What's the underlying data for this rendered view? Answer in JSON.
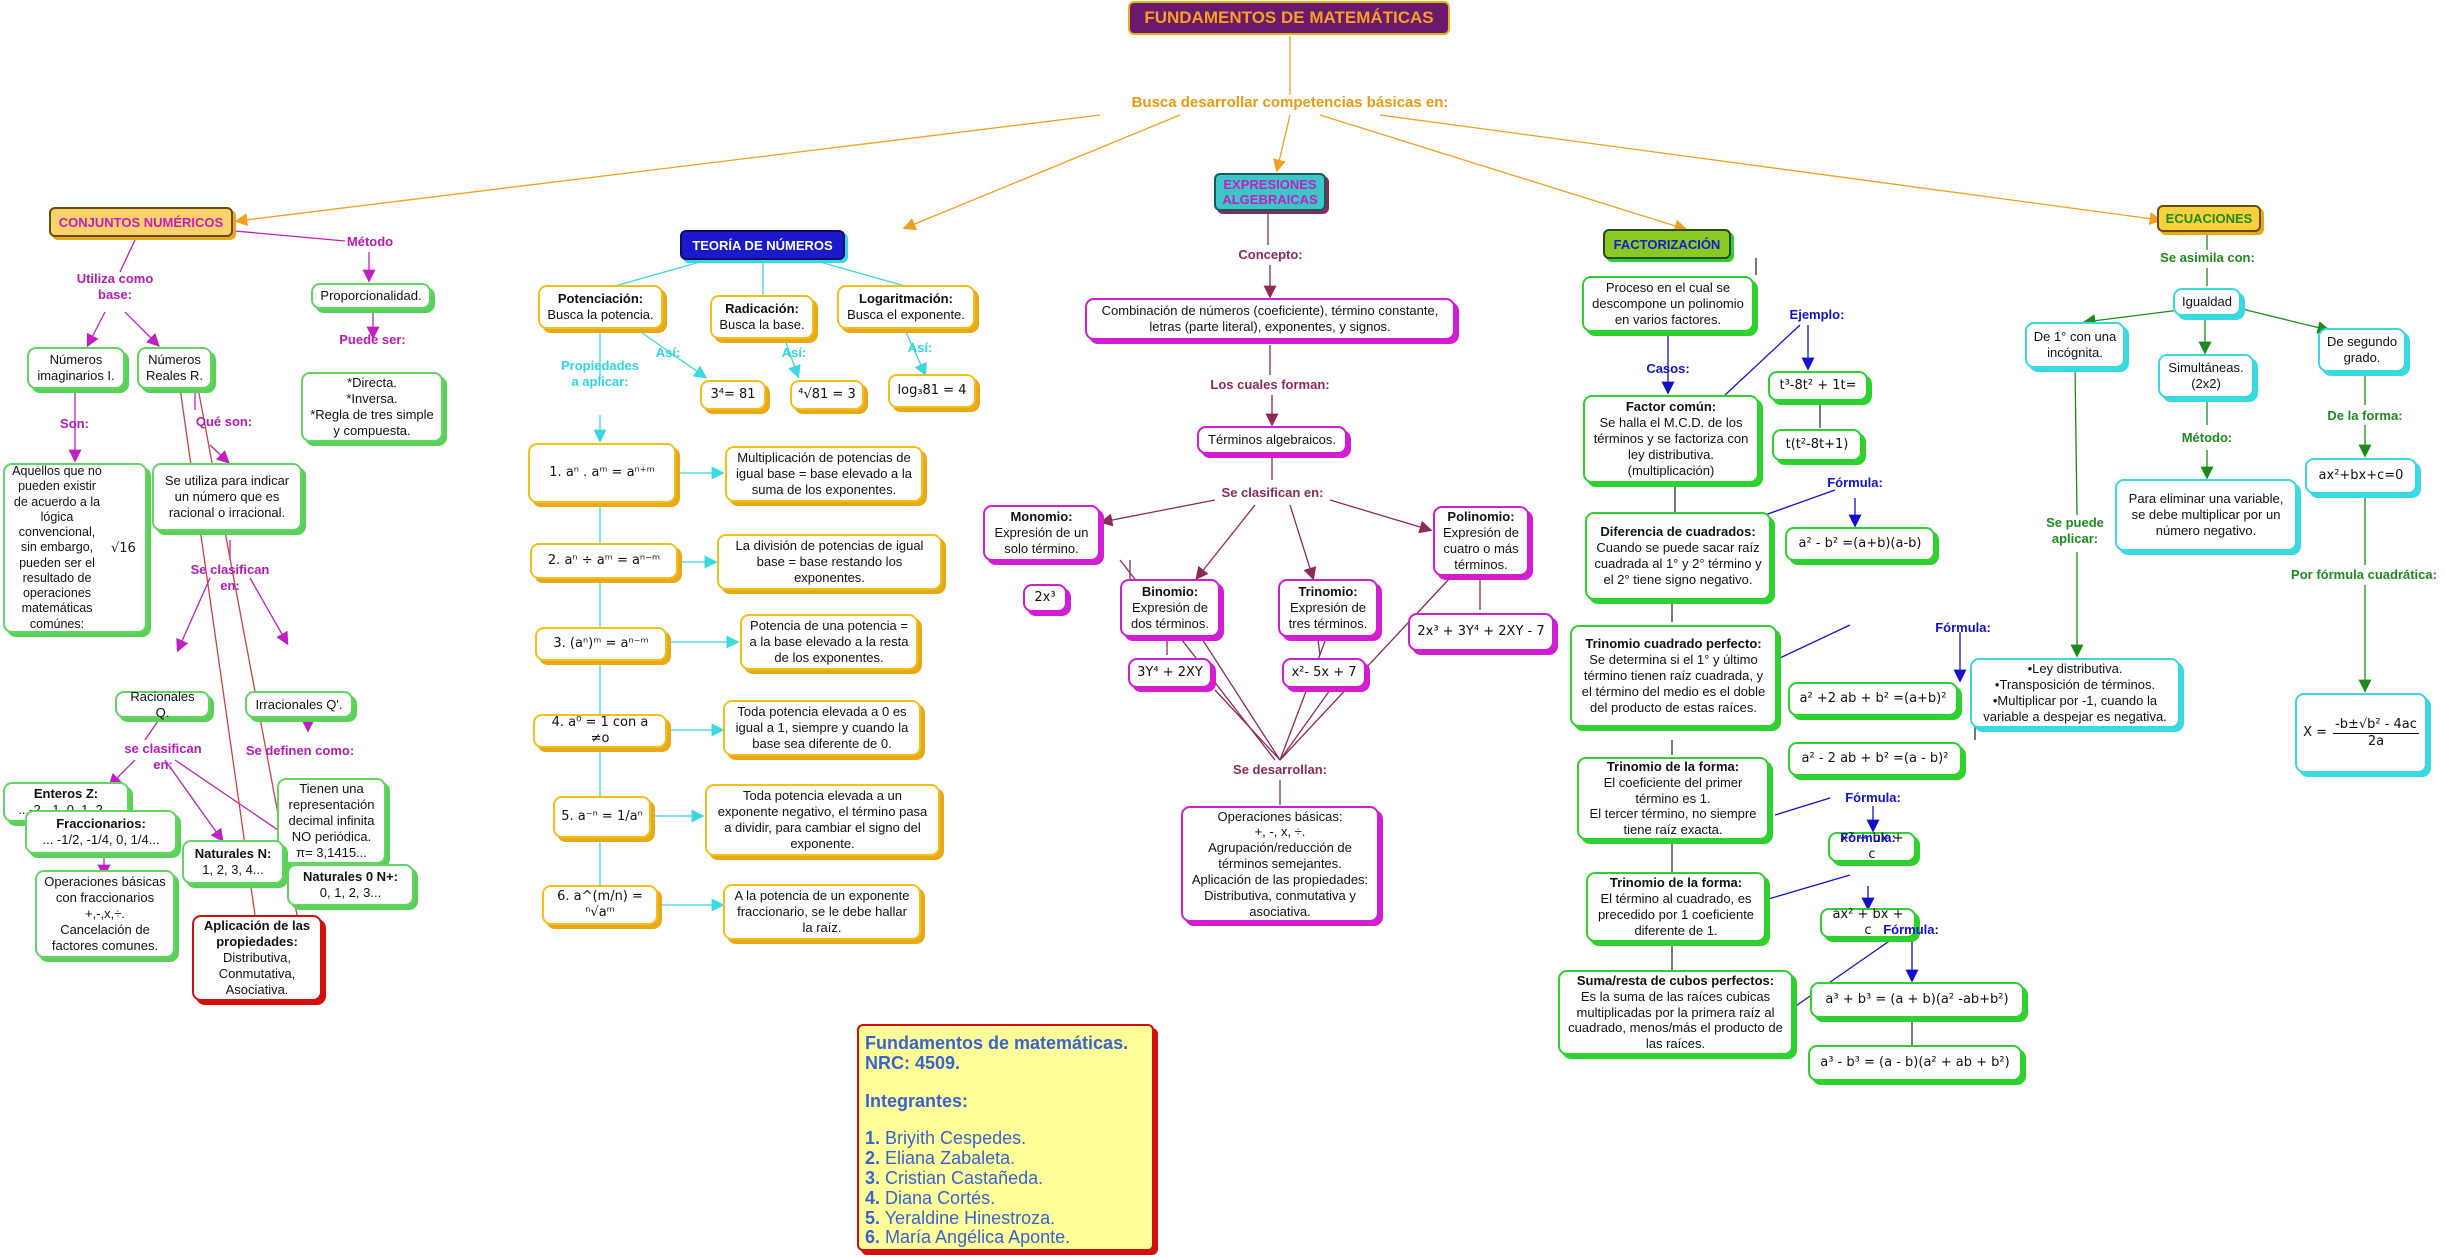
{
  "title": "FUNDAMENTOS DE MATEMÁTICAS",
  "subtitle": "Busca desarrollar competencias básicas en:",
  "main_topics": [
    "CONJUNTOS NUMÉRICOS",
    "TEORÍA DE NÚMEROS",
    "EXPRESIONES ALGEBRAICAS",
    "FACTORIZACIÓN",
    "ECUACIONES"
  ],
  "conjuntos": {
    "metodo_label": "Método",
    "proporcionalidad": "Proporcionalidad.",
    "puede_ser_label": "Puede ser:",
    "tipos": "*Directa.\n*Inversa.\n*Regla de tres simple y compuesta.",
    "utiliza_label": "Utiliza como\nbase:",
    "imaginarios": "Números imaginarios I.",
    "reales": "Números Reales R.",
    "son_label": "Son:",
    "imaginarios_desc": "Aquellos que no pueden existir de acuerdo a la lógica convencional, sin embargo, pueden ser el resultado de operaciones matemáticas comúnes:",
    "sqrt_example": "√16",
    "que_son_label": "Qué son:",
    "reales_desc": "Se utiliza para indicar un número que es racional o irracional.",
    "se_clasifican_label": "Se clasifican\nen:",
    "racionales": "Racionales Q.",
    "irracionales": "Irracionales Q'.",
    "se_clasifican_en_label": "se clasifican\nen:",
    "se_definen_label": "Se definen como:",
    "irracionales_desc": "Tienen una representación decimal infinita NO periódica.\nπ= 3,1415...",
    "enteros_title": "Enteros Z:",
    "enteros_values": "...-2, -1, 0, 1, 2...",
    "fraccionarios_title": "Fraccionarios:",
    "fraccionarios_values": "... -1/2, -1/4, 0, 1/4...",
    "fraccionarios_ops": "Operaciones básicas con fraccionarios\n+,-,x,÷.\nCancelación de factores comunes.",
    "naturales_title": "Naturales N:",
    "naturales_values": "1, 2, 3, 4...",
    "naturales0_title": "Naturales 0 N+:",
    "naturales0_values": "0, 1, 2, 3...",
    "aplicacion_title": "Aplicación de las propiedades:",
    "aplicacion_values": "Distributiva, Conmutativa, Asociativa."
  },
  "teoria": {
    "potenciacion_title": "Potenciación:",
    "potenciacion_desc": "Busca la potencia.",
    "radicacion_title": "Radicación:",
    "radicacion_desc": "Busca la base.",
    "logaritmacion_title": "Logaritmación:",
    "logaritmacion_desc": "Busca el exponente.",
    "asi_label": "Así:",
    "ex_pot": "3⁴= 81",
    "ex_rad": "⁴√81 = 3",
    "ex_log": "log₃81 = 4",
    "propiedades_label": "Propiedades\na aplicar:",
    "properties": [
      {
        "formula": "1.  aⁿ . aᵐ  = aⁿ⁺ᵐ",
        "desc": "Multiplicación de potencias de igual base = base elevado a la suma de los exponentes."
      },
      {
        "formula": "2.  aⁿ ÷ aᵐ = aⁿ⁻ᵐ",
        "desc": "La división de potencias de igual base = base restando los exponentes."
      },
      {
        "formula": "3.  (aⁿ)ᵐ = aⁿ⁻ᵐ",
        "desc": "Potencia de una potencia = a la base elevado a la resta de los exponentes."
      },
      {
        "formula": "4.  a⁰ = 1 con a  ≠o",
        "desc": "Toda potencia elevada a 0 es igual a 1, siempre y cuando la base sea diferente de 0."
      },
      {
        "formula": "5.  a⁻ⁿ = 1/aⁿ",
        "desc": "Toda potencia elevada a un exponente negativo, el término pasa a dividir, para cambiar el signo del exponente."
      },
      {
        "formula": "6.  a^(m/n) = ⁿ√aᵐ",
        "desc": "A la potencia de un exponente fraccionario, se le debe hallar la raíz."
      }
    ]
  },
  "expresiones": {
    "concepto_label": "Concepto:",
    "concepto": "Combinación de números (coeficiente), término constante, letras (parte literal), exponentes, y signos.",
    "cuales_forman_label": "Los cuales forman:",
    "terminos": "Términos algebraicos.",
    "se_clasifican_label": "Se clasifican en:",
    "monomio_title": "Monomio:",
    "monomio_desc": "Expresión de un solo término.",
    "monomio_ex": "2x³",
    "binomio_title": "Binomio:",
    "binomio_desc": "Expresión de dos términos.",
    "binomio_ex": "3Y⁴ + 2XY",
    "trinomio_title": "Trinomio:",
    "trinomio_desc": "Expresión de tres términos.",
    "trinomio_ex": "x²- 5x + 7",
    "polinomio_title": "Polinomio:",
    "polinomio_desc": "Expresión de cuatro o más términos.",
    "polinomio_ex": "2x³ + 3Y⁴ + 2XY - 7",
    "desarrollan_label": "Se desarrollan:",
    "operaciones": "Operaciones básicas:\n+, -, x, ÷.\nAgrupación/reducción de términos semejantes.\nAplicación de las propiedades:\nDistributiva, conmutativa y asociativa."
  },
  "factorizacion": {
    "proceso": "Proceso en el cual se descompone un polinomio en varios factores.",
    "ejemplo_label": "Ejemplo:",
    "casos_label": "Casos:",
    "ex1": "t³-8t² + 1t=",
    "ex2": "t(t²-8t+1)",
    "formula_label": "Fórmula:",
    "cases": [
      {
        "title": "Factor común:",
        "desc": "Se halla el M.C.D. de los términos y se factoriza con ley distributiva. (multiplicación)"
      },
      {
        "title": "Diferencia de cuadrados:",
        "desc": "Cuando se puede sacar raíz cuadrada al 1° y 2° término y el 2° tiene signo negativo."
      },
      {
        "title": "Trinomio cuadrado perfecto:",
        "desc": "Se determina si el 1° y último término tienen raíz cuadrada, y el término del medio es el doble del producto de estas raíces."
      },
      {
        "title": "Trinomio de la forma:",
        "desc": "El coeficiente del primer término es 1.\nEl tercer término, no siempre tiene raíz exacta."
      },
      {
        "title": "Trinomio de la forma:",
        "desc": "El término al cuadrado, es precedido por 1 coeficiente diferente de 1."
      },
      {
        "title": "Suma/resta de cubos perfectos:",
        "desc": "Es la suma de las raíces cubicas multiplicadas por la primera raíz al cuadrado, menos/más el producto de las raíces."
      }
    ],
    "formulas": {
      "dif_cuadrados": "a² - b² =(a+b)(a-b)",
      "tcp1": "a² +2 ab + b² =(a+b)²",
      "tcp2": "a² - 2 ab + b² =(a - b)²",
      "trin1": "x² + bx + c",
      "trin2": "ax² + bx + c",
      "cubos1": "a³ + b³ = (a + b)(a² -ab+b²)",
      "cubos2": "a³ - b³ = (a - b)(a² + ab + b²)"
    }
  },
  "ecuaciones": {
    "asimila_label": "Se asimila con:",
    "igualdad": "Igualdad",
    "una_incognita": "De 1° con una incógnita.",
    "simultaneas": "Simultáneas.\n(2x2)",
    "segundo_grado": "De segundo grado.",
    "metodo_label": "Método:",
    "metodo_desc": "Para eliminar una variable, se debe multiplicar por un número negativo.",
    "puede_aplicar_label": "Se puede\naplicar:",
    "aplicar_desc": "•Ley distributiva.\n•Transposición de términos.\n•Multiplicar por -1, cuando la variable a despejar es negativa.",
    "forma_label": "De la forma:",
    "forma": "ax²+bx+c=0",
    "cuadratica_label": "Por fórmula cuadrática:",
    "cuadratica_num": "-b±√b² - 4ac",
    "cuadratica_den": "2a",
    "cuadratica_x": "X ="
  },
  "info": {
    "course": "Fundamentos de matemáticas.",
    "nrc": "NRC: 4509.",
    "integrantes_label": "Integrantes:",
    "members": [
      {
        "num": "1.",
        "name": "Briyith Cespedes."
      },
      {
        "num": "2.",
        "name": "Eliana Zabaleta."
      },
      {
        "num": "3.",
        "name": "Cristian Castañeda."
      },
      {
        "num": "4.",
        "name": "Diana Cortés."
      },
      {
        "num": "5.",
        "name": "Yeraldine Hinestroza."
      },
      {
        "num": "6.",
        "name": "María Angélica Aponte."
      }
    ]
  },
  "colors": {
    "title_bg": "#6b1a6b",
    "title_text": "#f4a020",
    "conjuntos_bg": "#fbd26a",
    "teoria_bg": "#1a1acc",
    "expresiones_bg": "#3cc6c8",
    "factorizacion_bg": "#8ac926",
    "ecuaciones_bg": "#f6d13a"
  }
}
